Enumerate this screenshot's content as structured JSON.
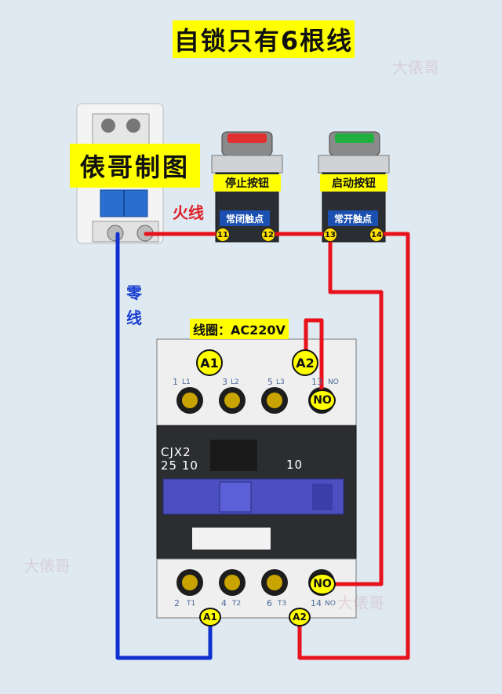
{
  "title": "自锁只有6根线",
  "author_label": "俵哥制图",
  "wire_labels": {
    "live": "火线",
    "neutral": "零线"
  },
  "coil_label": "线圈：AC220V",
  "stop_button": {
    "label": "停止按钮",
    "contact_type": "常闭触点",
    "terminal_left": "11",
    "terminal_right": "12",
    "cap_color": "#e03030"
  },
  "start_button": {
    "label": "启动按钮",
    "contact_type": "常开触点",
    "terminal_left": "13",
    "terminal_right": "14",
    "cap_color": "#20b040"
  },
  "contactor": {
    "model_line1": "CJX2",
    "model_line2": "25 10",
    "aux_code": "10",
    "coil_tag_1": "A1",
    "coil_tag_2": "A2",
    "no_tag": "NO",
    "top_terminals": [
      "1",
      "L1",
      "3",
      "L2",
      "5",
      "L3",
      "13",
      "NO"
    ],
    "bottom_terminals": [
      "2",
      "T1",
      "4",
      "T2",
      "6",
      "T3",
      "14",
      "NO"
    ]
  },
  "watermark": "大俵哥",
  "colors": {
    "live_wire": "#e8121c",
    "neutral_wire": "#1030d0",
    "label_bg": "#ffff00",
    "background": "#dfe9f1"
  }
}
